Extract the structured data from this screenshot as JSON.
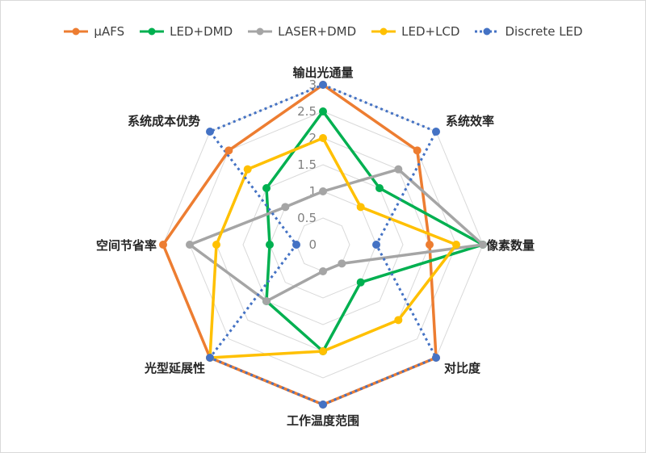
{
  "chart_data": {
    "type": "radar",
    "title": "",
    "axes": [
      "输出光通量",
      "系统效率",
      "像素数量",
      "对比度",
      "工作温度范围",
      "光型延展性",
      "空间节省率",
      "系统成本优势"
    ],
    "ticks": [
      "0",
      "0.5",
      "1",
      "1.5",
      "2",
      "2.5",
      "3"
    ],
    "rmax": 3,
    "legend_position": "top",
    "series": [
      {
        "name": "μAFS",
        "color": "#ED7D31",
        "dash": "solid",
        "values": [
          3,
          2.5,
          2,
          3,
          3,
          3,
          3,
          2.5
        ]
      },
      {
        "name": "LED+DMD",
        "color": "#00B050",
        "dash": "solid",
        "values": [
          2.5,
          1.5,
          3,
          1,
          2,
          1.5,
          1,
          1.5
        ]
      },
      {
        "name": "LASER+DMD",
        "color": "#A5A5A5",
        "dash": "solid",
        "values": [
          1,
          2,
          3,
          0.5,
          0.5,
          1.5,
          2.5,
          1
        ]
      },
      {
        "name": "LED+LCD",
        "color": "#FFC000",
        "dash": "solid",
        "values": [
          2,
          1,
          2.5,
          2,
          2,
          3,
          2,
          2
        ]
      },
      {
        "name": "Discrete LED",
        "color": "#4472C4",
        "dash": "dotted",
        "values": [
          3,
          3,
          1,
          3,
          3,
          3,
          0.5,
          3
        ]
      }
    ]
  }
}
